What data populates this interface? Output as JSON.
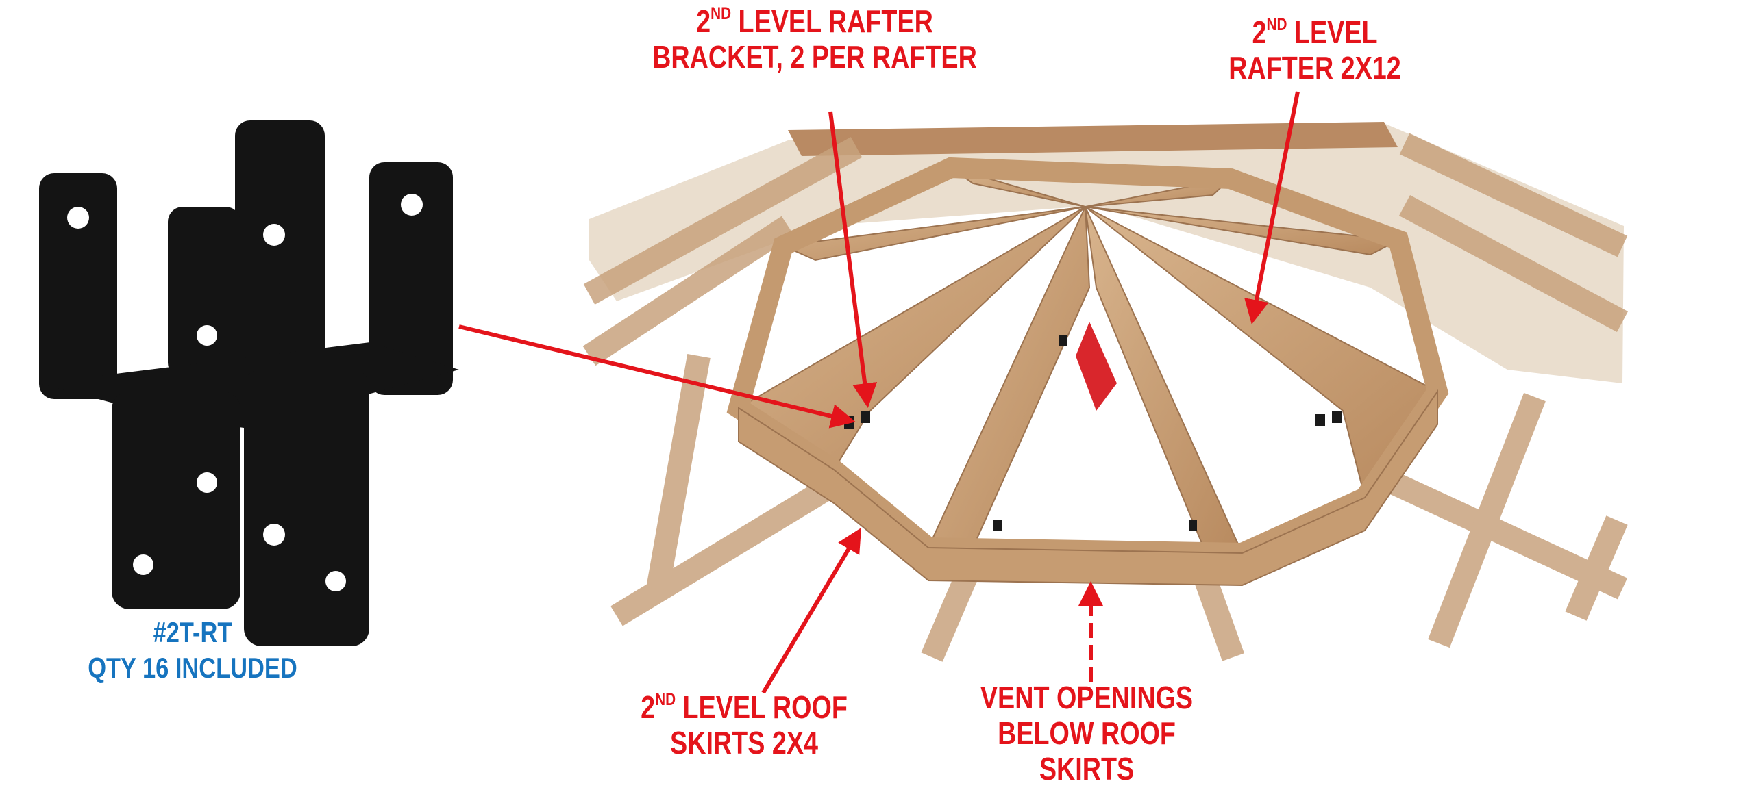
{
  "colors": {
    "label_red": "#e4141b",
    "label_blue": "#1674bf",
    "bracket": "#111111",
    "wood": "#c9a07a"
  },
  "part": {
    "code": "#2T-RT",
    "quantity": "QTY 16 INCLUDED"
  },
  "callouts": {
    "bracket": {
      "ordinal_num": "2",
      "ordinal_suffix": "ND",
      "line1_rest": " LEVEL RAFTER",
      "line2": "BRACKET, 2 PER RAFTER"
    },
    "rafter": {
      "ordinal_num": "2",
      "ordinal_suffix": "ND",
      "line1_rest": " LEVEL",
      "line2": "RAFTER 2X12"
    },
    "skirts": {
      "ordinal_num": "2",
      "ordinal_suffix": "ND",
      "line1_rest": " LEVEL ROOF",
      "line2": "SKIRTS 2X4"
    },
    "vent": {
      "line1": "VENT OPENINGS",
      "line2": "BELOW ROOF",
      "line3": "SKIRTS"
    }
  }
}
